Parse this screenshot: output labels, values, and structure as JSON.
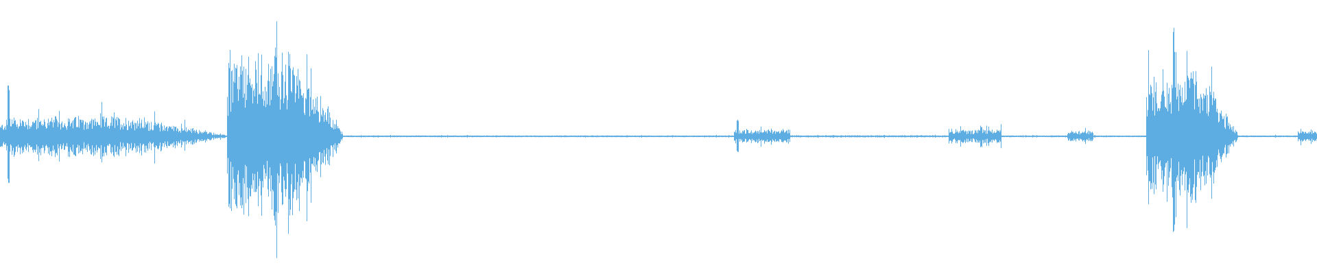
{
  "waveform": {
    "color": "#5dade2",
    "background": "#ffffff",
    "segments": [
      {
        "start": 0.0,
        "end": 0.172,
        "level": 0.14
      },
      {
        "start": 0.172,
        "end": 0.26,
        "level": 0.55
      },
      {
        "start": 0.26,
        "end": 0.557,
        "level": 0.006
      },
      {
        "start": 0.557,
        "end": 0.6,
        "level": 0.05
      },
      {
        "start": 0.6,
        "end": 0.72,
        "level": 0.008
      },
      {
        "start": 0.72,
        "end": 0.76,
        "level": 0.05
      },
      {
        "start": 0.76,
        "end": 0.81,
        "level": 0.006
      },
      {
        "start": 0.81,
        "end": 0.83,
        "level": 0.04
      },
      {
        "start": 0.83,
        "end": 0.87,
        "level": 0.006
      },
      {
        "start": 0.87,
        "end": 0.94,
        "level": 0.45
      },
      {
        "start": 0.94,
        "end": 0.985,
        "level": 0.006
      },
      {
        "start": 0.985,
        "end": 1.0,
        "level": 0.04
      }
    ],
    "peaks": [
      {
        "position": 0.006,
        "level": 0.35
      },
      {
        "position": 0.174,
        "level": 0.55
      },
      {
        "position": 0.209,
        "level": 0.62
      },
      {
        "position": 0.56,
        "level": 0.12
      },
      {
        "position": 0.745,
        "level": 0.07
      },
      {
        "position": 0.891,
        "level": 0.69
      },
      {
        "position": 0.905,
        "level": 0.42
      }
    ]
  }
}
